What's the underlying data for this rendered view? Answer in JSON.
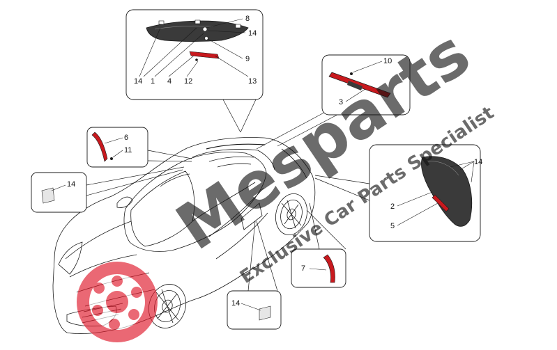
{
  "watermark": {
    "brand": "Mesparts",
    "tagline": "Exclusive Car Parts Specialist",
    "brand_color": "#bfbfbf",
    "logo_color": "#e0192a"
  },
  "colors": {
    "line": "#1a1a1a",
    "light_red": "#c8191e",
    "lens_dark": "#3a3a3a"
  },
  "callouts": {
    "top": [
      "8",
      "14",
      "9",
      "13",
      "14",
      "1",
      "4",
      "12"
    ],
    "high_stop": [
      "10",
      "3"
    ],
    "side_left": [
      "6",
      "11"
    ],
    "plate_left": [
      "14"
    ],
    "rear_right": [
      "14",
      "2",
      "5"
    ],
    "reflector": [
      "7"
    ],
    "plate_bottom": [
      "14"
    ]
  }
}
